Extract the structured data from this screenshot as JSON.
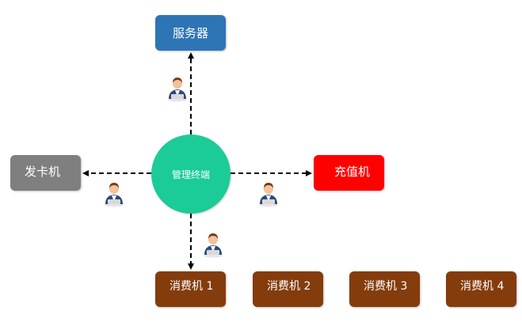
{
  "colors": {
    "server": "#2e75b6",
    "card_issuer": "#7f7f7f",
    "recharger": "#ff0000",
    "pos": "#843c0c",
    "hub": "#1bcb98",
    "line": "#000000"
  },
  "hub": {
    "label": "管理终端"
  },
  "nodes": {
    "server": {
      "label": "服务器"
    },
    "card_issuer": {
      "label": "发卡机"
    },
    "recharger": {
      "label": "充值机"
    },
    "pos": [
      {
        "label": "消费机 1"
      },
      {
        "label": "消费机 2"
      },
      {
        "label": "消费机 3"
      },
      {
        "label": "消费机 4"
      }
    ]
  },
  "icons": {
    "operator": "person-operator-icon"
  }
}
